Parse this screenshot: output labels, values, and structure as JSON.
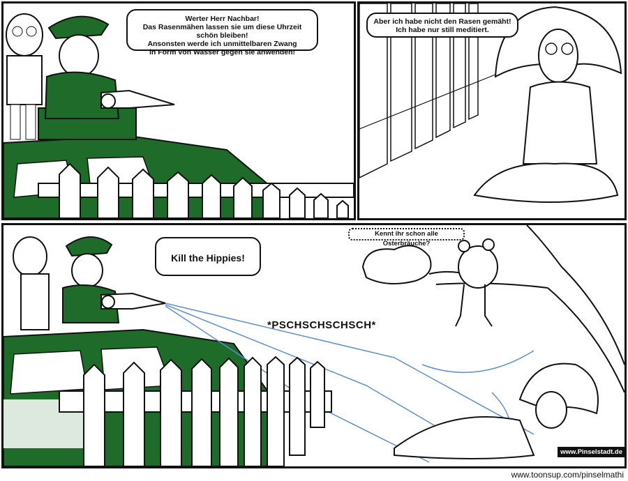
{
  "panel1": {
    "speech": [
      "Werter Herr Nachbar!",
      "Das Rasenmähen lassen sie um diese Uhrzeit schön bleiben!",
      "Ansonsten werde ich unmittelbaren Zwang",
      "in Form von Wasser gegen sie anwenden!"
    ]
  },
  "panel2": {
    "speech": [
      "Aber ich habe nicht den Rasen gemäht!",
      "Ich habe nur still meditiert."
    ]
  },
  "panel3": {
    "speech": "Kill the Hippies!",
    "sound_effect": "*PSCHSCHSCHSCH*",
    "frog_speech": "Kennt ihr schon alle Osterbräuche?"
  },
  "credits": {
    "site": "www.Pinselstadt.de",
    "url": "www.toonsup.com/pinselmathi"
  },
  "colors": {
    "tank_green": "#1e6b2a",
    "water_blue": "#5b8fd6",
    "ink": "#111111"
  },
  "icons": [
    "police-cap-icon",
    "fence-icon"
  ]
}
